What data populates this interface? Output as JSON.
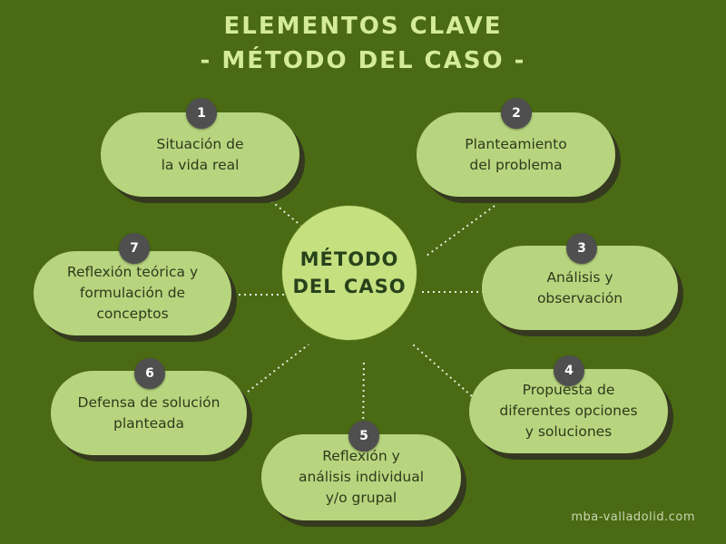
{
  "title": {
    "line1": "ELEMENTOS CLAVE",
    "line2": "- MÉTODO DEL CASO -"
  },
  "center": {
    "label": "MÉTODO\nDEL CASO"
  },
  "nodes": [
    {
      "number": "1",
      "label": "Situación de\nla vida real"
    },
    {
      "number": "2",
      "label": "Planteamiento\ndel problema"
    },
    {
      "number": "3",
      "label": "Análisis  y\nobservación"
    },
    {
      "number": "4",
      "label": "Propuesta de\ndiferentes opciones\ny soluciones"
    },
    {
      "number": "5",
      "label": "Reflexión y\nanálisis individual\ny/o grupal"
    },
    {
      "number": "6",
      "label": "Defensa de solución\nplanteada"
    },
    {
      "number": "7",
      "label": "Reflexión teórica y\nformulación de\nconceptos"
    }
  ],
  "footer": "mba-valladolid.com",
  "colors": {
    "background": "#4a6a14",
    "pill": "#b7d57e",
    "center": "#c5e07f",
    "badge": "#4f4f4f",
    "title": "#d4ec9a"
  }
}
